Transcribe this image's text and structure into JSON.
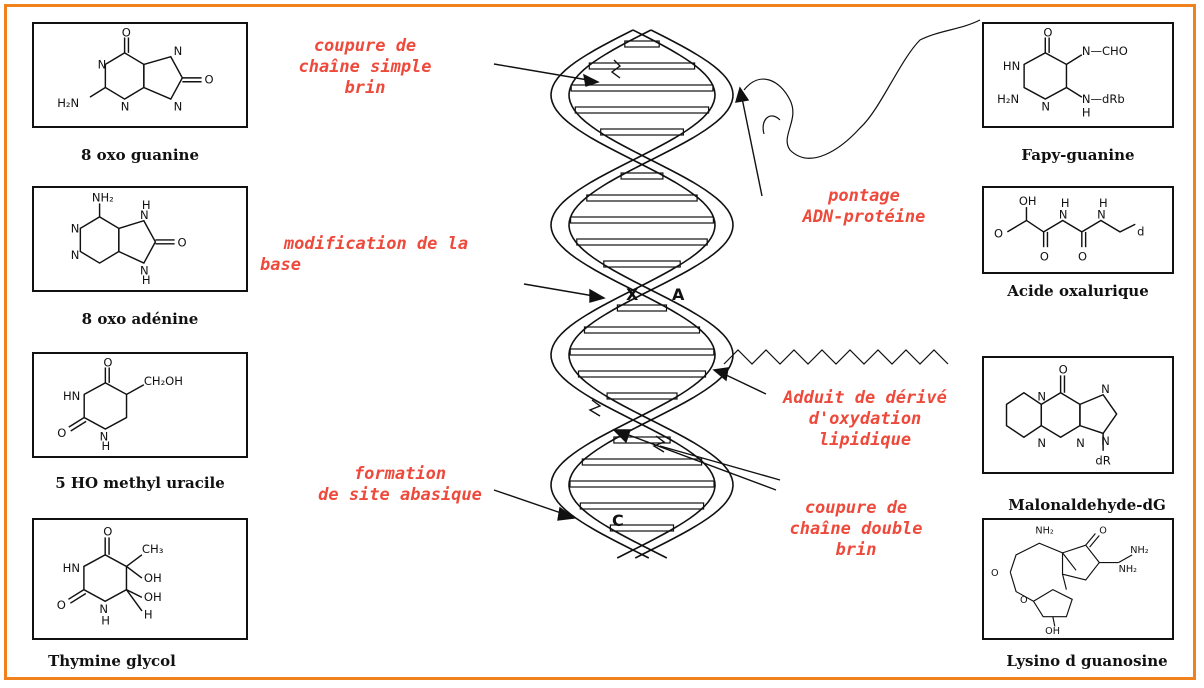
{
  "left_molecules": [
    {
      "name": "8 oxo guanine"
    },
    {
      "name": "8 oxo adénine"
    },
    {
      "name": "5 HO methyl uracile"
    },
    {
      "name": "Thymine glycol"
    }
  ],
  "right_molecules": [
    {
      "name": "Fapy-guanine"
    },
    {
      "name": "Acide oxalurique"
    },
    {
      "name": "Malonaldehyde-dG"
    },
    {
      "name": "Lysino d guanosine"
    }
  ],
  "damage_labels": {
    "single_strand_break": [
      "coupure de",
      "chaîne simple",
      "brin"
    ],
    "dna_protein_crosslink": [
      "pontage",
      "ADN-protéine"
    ],
    "base_modification": [
      "modification de la",
      "base"
    ],
    "lipid_adduct": [
      "Adduit de dérivé",
      "d'oxydation",
      "lipidique"
    ],
    "abasic_site": [
      "formation",
      "de site abasique"
    ],
    "double_strand_break": [
      "coupure de",
      "chaîne double",
      "brin"
    ]
  },
  "helix_letters": {
    "x": "X",
    "a": "A",
    "c": "C"
  },
  "chem_text": {
    "o": "O",
    "n": "N",
    "h2n": "H₂N",
    "nh2": "NH₂",
    "h": "H",
    "hn": "HN",
    "oh": "OH",
    "ch2oh": "CH₂OH",
    "ch3": "CH₃",
    "cho": "N—CHO",
    "ndrib": "N—dRb",
    "d": "d",
    "dr": "dR",
    "nh2_label": "NH₂"
  },
  "colors": {
    "frame": "#f0821e",
    "label_red": "#ee4a3c",
    "ink": "#111111"
  }
}
